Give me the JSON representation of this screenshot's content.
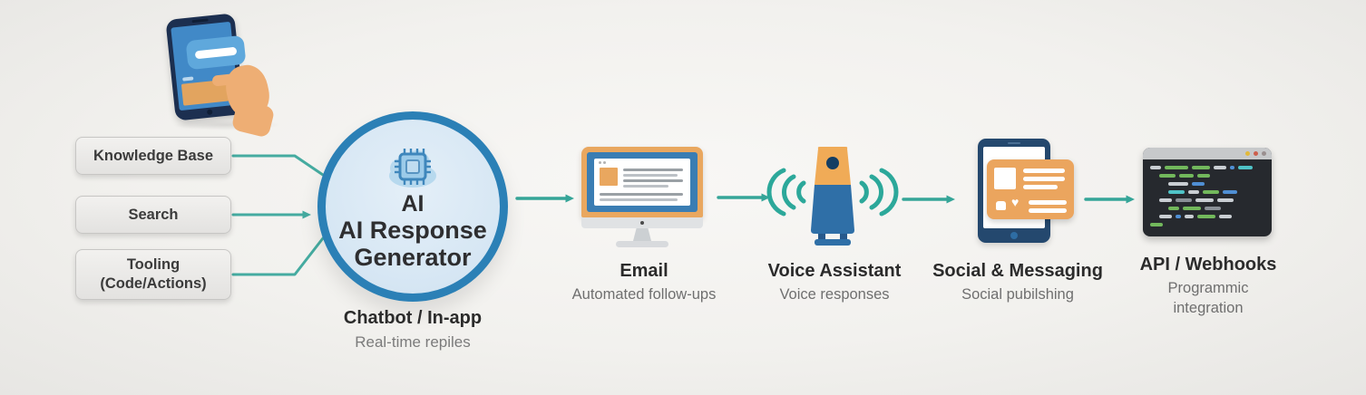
{
  "background": {
    "color": "#f2f1ee"
  },
  "palette": {
    "arrow_teal": "#35a598",
    "connector_teal": "#45aba0",
    "hub_border_blue": "#2b80b6",
    "hub_fill_blue": "#d7e7f4",
    "accent_orange": "#e9a75f",
    "navy": "#1c2f50",
    "speaker_blue": "#2f6fa7",
    "wave_teal": "#2ca89a"
  },
  "inputs": [
    {
      "label": "Knowledge Base"
    },
    {
      "label": "Search"
    },
    {
      "label": "Tooling",
      "sublabel": "(Code/Actions)"
    }
  ],
  "hub": {
    "icon": "ai-chip-cloud-icon",
    "line1": "AI",
    "line2": "AI Response",
    "line3": "Generator",
    "caption_title": "Chatbot / In-app",
    "caption_sub": "Real-time repiles"
  },
  "outputs": [
    {
      "icon": "desktop-email-icon",
      "title": "Email",
      "subtitle": "Automated follow-ups"
    },
    {
      "icon": "smart-speaker-icon",
      "title": "Voice Assistant",
      "subtitle": "Voice responses"
    },
    {
      "icon": "tablet-social-icon",
      "title": "Social & Messaging",
      "subtitle": "Social pubilshing"
    },
    {
      "icon": "code-window-icon",
      "title": "API / Webhooks",
      "subtitle": "Programmic integration"
    }
  ],
  "code_window": {
    "palette": {
      "green": "#72b85c",
      "blue": "#4f8fd4",
      "cyan": "#4fc3c7",
      "white": "#c9ced3",
      "gray": "#8a9097"
    },
    "titlebar_dots": [
      "#e2b93b",
      "#cd5f4d",
      "#9a8f8f"
    ],
    "lines": [
      {
        "indent": 0,
        "segments": [
          {
            "c": "white",
            "w": 12
          },
          {
            "c": "green",
            "w": 26
          },
          {
            "c": "green",
            "w": 20
          },
          {
            "c": "white",
            "w": 14
          },
          {
            "c": "blue",
            "w": 5
          },
          {
            "c": "cyan",
            "w": 16
          }
        ]
      },
      {
        "indent": 1,
        "segments": [
          {
            "c": "green",
            "w": 18
          },
          {
            "c": "green",
            "w": 16
          },
          {
            "c": "green",
            "w": 14
          }
        ]
      },
      {
        "indent": 2,
        "segments": [
          {
            "c": "white",
            "w": 22
          },
          {
            "c": "blue",
            "w": 14
          }
        ]
      },
      {
        "indent": 2,
        "segments": [
          {
            "c": "cyan",
            "w": 18
          },
          {
            "c": "white",
            "w": 12
          },
          {
            "c": "green",
            "w": 18
          },
          {
            "c": "blue",
            "w": 16
          }
        ]
      },
      {
        "indent": 1,
        "segments": [
          {
            "c": "white",
            "w": 14
          },
          {
            "c": "gray",
            "w": 18
          },
          {
            "c": "white",
            "w": 20
          },
          {
            "c": "white",
            "w": 18
          }
        ]
      },
      {
        "indent": 2,
        "segments": [
          {
            "c": "green",
            "w": 12
          },
          {
            "c": "green",
            "w": 20
          },
          {
            "c": "gray",
            "w": 18
          }
        ]
      },
      {
        "indent": 1,
        "segments": [
          {
            "c": "white",
            "w": 14
          },
          {
            "c": "blue",
            "w": 6
          },
          {
            "c": "white",
            "w": 10
          },
          {
            "c": "green",
            "w": 20
          },
          {
            "c": "white",
            "w": 14
          }
        ]
      },
      {
        "indent": 0,
        "segments": [
          {
            "c": "green",
            "w": 14
          }
        ]
      }
    ]
  }
}
